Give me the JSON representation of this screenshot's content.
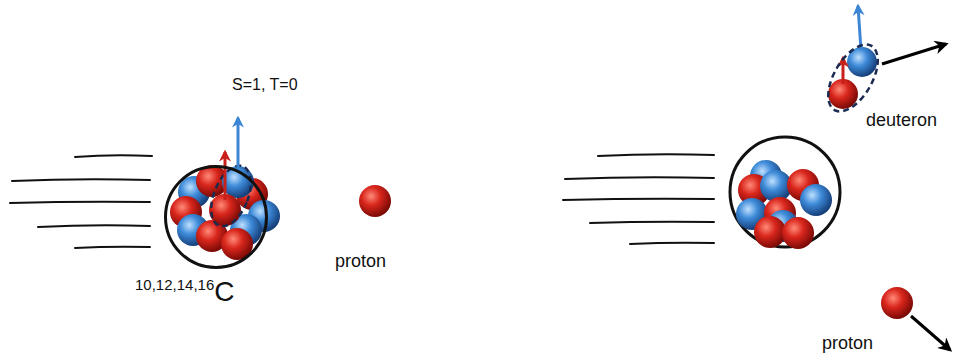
{
  "diagram": {
    "nodes": [
      {
        "text": [
          "10,12,14,16C"
        ]
      },
      {
        "text": [
          "proton"
        ]
      },
      {
        "text": [
          "deuteron"
        ]
      },
      {
        "text": [
          "proton"
        ]
      }
    ],
    "labels": [
      "S=1, T=0"
    ]
  }
}
